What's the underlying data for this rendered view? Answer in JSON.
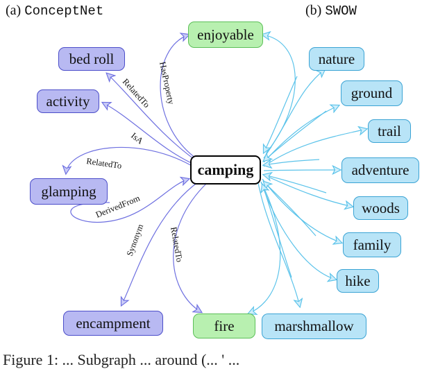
{
  "panels": {
    "a": {
      "prefix": "(a)",
      "name": "ConceptNet"
    },
    "b": {
      "prefix": "(b)",
      "name": "SWOW"
    }
  },
  "center": "camping",
  "nodes": {
    "enjoyable": "enjoyable",
    "bed_roll": "bed roll",
    "activity": "activity",
    "glamping": "glamping",
    "encampment": "encampment",
    "fire": "fire",
    "nature": "nature",
    "ground": "ground",
    "trail": "trail",
    "adventure": "adventure",
    "woods": "woods",
    "family": "family",
    "hike": "hike",
    "marshmallow": "marshmallow"
  },
  "edges": {
    "hasproperty": "HasProperty",
    "relatedto_bedroll": "RelatedTo",
    "isa": "IsA",
    "relatedto_glamping": "RelatedTo",
    "derivedfrom": "DerivedFrom",
    "synonym": "Synonym",
    "relatedto_fire": "RelatedTo"
  },
  "caption": "Figure 1: ... Subgraph ... around (... ' ...",
  "colors": {
    "conceptnet": "#6d6fe0",
    "swow": "#5bc3ea"
  }
}
